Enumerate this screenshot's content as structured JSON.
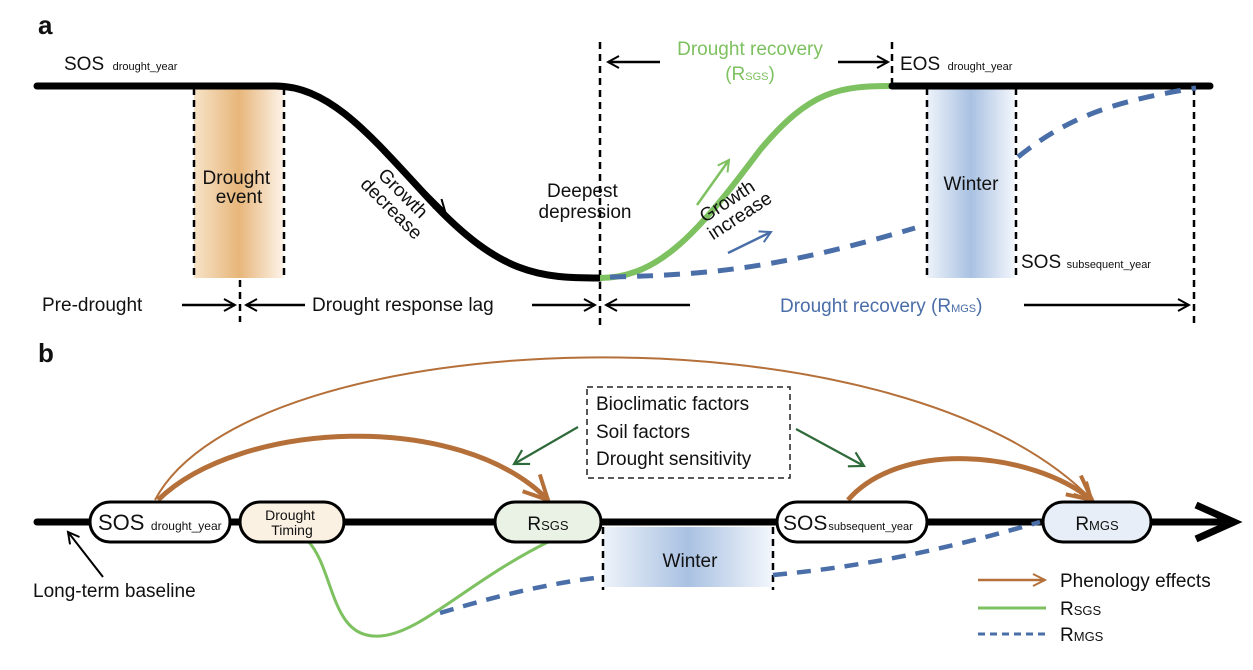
{
  "panel_a": {
    "label": "a",
    "sos_drought_year": {
      "main": "SOS",
      "sub": "drought_year"
    },
    "eos_drought_year": {
      "main": "EOS",
      "sub": "drought_year"
    },
    "sos_subsequent_year": {
      "main": "SOS",
      "sub": "subsequent_year"
    },
    "drought_event": [
      "Drought",
      "event"
    ],
    "growth_decrease": [
      "Growth",
      "decrease"
    ],
    "deepest_depression": [
      "Deepest",
      "depression"
    ],
    "growth_increase": [
      "Growth",
      "increase"
    ],
    "winter": "Winter",
    "recovery_sgs": {
      "title": "Drought recovery",
      "paren_open": "(",
      "main": "R",
      "sub": "SGS",
      "paren_close": ")"
    },
    "recovery_mgs": {
      "title": "Drought recovery (",
      "main": "R",
      "sub": "MGS",
      "paren_close": ")"
    },
    "pre_drought": "Pre-drought",
    "response_lag": "Drought response lag"
  },
  "panel_b": {
    "label": "b",
    "nodes": {
      "sos_drought_year": {
        "main": "SOS",
        "sub": "drought_year"
      },
      "drought_timing": [
        "Drought",
        "Timing"
      ],
      "r_sgs": {
        "main": "R",
        "sub": "SGS"
      },
      "sos_subsequent_year": {
        "main": "SOS",
        "sub": "subsequent_year"
      },
      "r_mgs": {
        "main": "R",
        "sub": "MGS"
      }
    },
    "factors": [
      "Bioclimatic factors",
      "Soil factors",
      "Drought sensitivity"
    ],
    "winter": "Winter",
    "baseline": "Long-term baseline",
    "legend": [
      {
        "label": "Phenology effects",
        "main": "",
        "sub": ""
      },
      {
        "label": "",
        "main": "R",
        "sub": "SGS"
      },
      {
        "label": "",
        "main": "R",
        "sub": "MGS"
      }
    ]
  },
  "colors": {
    "black": "#000000",
    "green": "#7dc160",
    "blue": "#4a6ea8",
    "brown": "#b5703a",
    "dark_green": "#2f6b3a",
    "drought_fill": "#e8b87a",
    "winter_fill": "#a9c1e2"
  }
}
